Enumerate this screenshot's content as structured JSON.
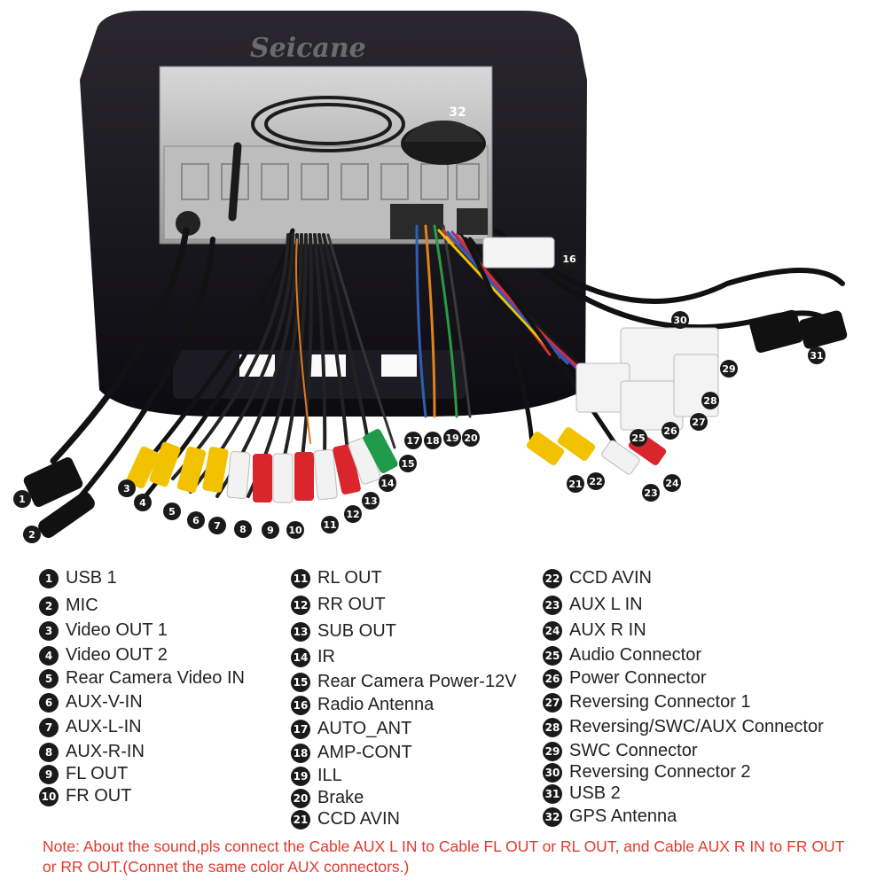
{
  "brand": "Seicane",
  "legend": {
    "columns": [
      [
        {
          "num": "1",
          "label": "USB 1"
        },
        {
          "num": "2",
          "label": "MIC"
        },
        {
          "num": "3",
          "label": "Video OUT 1"
        },
        {
          "num": "4",
          "label": "Video OUT 2"
        },
        {
          "num": "5",
          "label": "Rear Camera Video IN"
        },
        {
          "num": "6",
          "label": "AUX-V-IN"
        },
        {
          "num": "7",
          "label": "AUX-L-IN"
        },
        {
          "num": "8",
          "label": "AUX-R-IN"
        },
        {
          "num": "9",
          "label": "FL OUT"
        },
        {
          "num": "10",
          "label": "FR OUT"
        }
      ],
      [
        {
          "num": "11",
          "label": "RL OUT"
        },
        {
          "num": "12",
          "label": "RR OUT"
        },
        {
          "num": "13",
          "label": "SUB OUT"
        },
        {
          "num": "14",
          "label": "IR"
        },
        {
          "num": "15",
          "label": "Rear Camera Power-12V"
        },
        {
          "num": "16",
          "label": "Radio Antenna"
        },
        {
          "num": "17",
          "label": "AUTO_ANT"
        },
        {
          "num": "18",
          "label": "AMP-CONT"
        },
        {
          "num": "19",
          "label": "ILL"
        },
        {
          "num": "20",
          "label": "Brake"
        },
        {
          "num": "21",
          "label": "CCD AVIN"
        }
      ],
      [
        {
          "num": "22",
          "label": "CCD AVIN"
        },
        {
          "num": "23",
          "label": "AUX L IN"
        },
        {
          "num": "24",
          "label": "AUX R IN"
        },
        {
          "num": "25",
          "label": "Audio Connector"
        },
        {
          "num": "26",
          "label": "Power Connector"
        },
        {
          "num": "27",
          "label": "Reversing Connector 1"
        },
        {
          "num": "28",
          "label": "Reversing/SWC/AUX Connector"
        },
        {
          "num": "29",
          "label": "SWC Connector"
        },
        {
          "num": "30",
          "label": "Reversing Connector 2"
        },
        {
          "num": "31",
          "label": "USB 2"
        },
        {
          "num": "32",
          "label": "GPS Antenna"
        }
      ]
    ]
  },
  "note": "Note: About the sound,pls connect the Cable AUX L IN to Cable FL OUT or RL OUT, and Cable AUX R IN to FR OUT or RR OUT.(Connet the same color AUX connectors.)",
  "colors": {
    "note": "#e23a2e",
    "badge": "#1a1a1a",
    "rca_yellow": "#f2c200",
    "rca_white": "#f2f2f2",
    "rca_red": "#d9252b",
    "rca_green": "#1e9a4a",
    "frame": "#121018"
  }
}
